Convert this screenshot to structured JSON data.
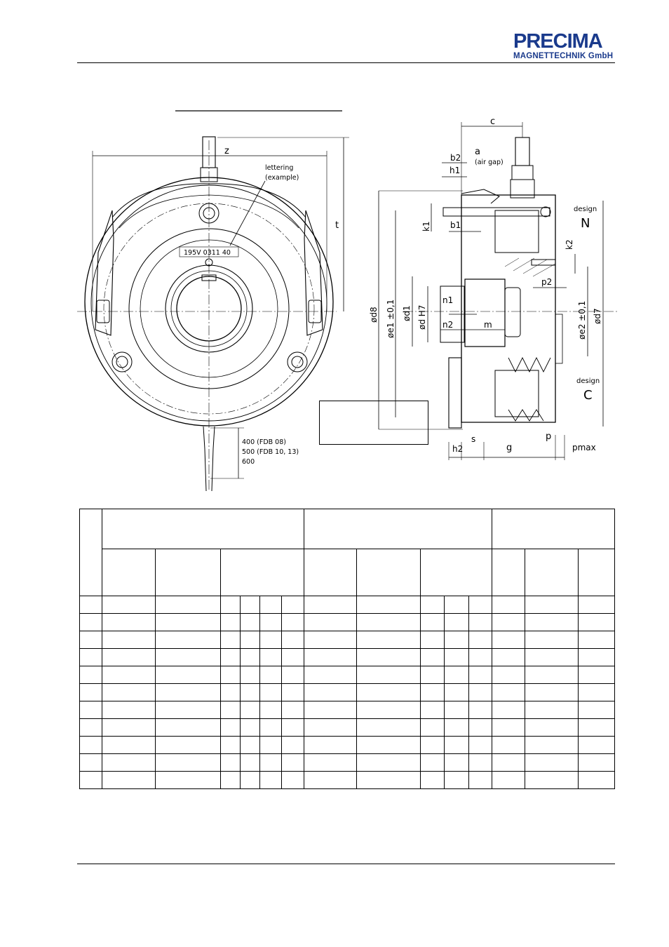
{
  "header": {
    "logo": {
      "top": "PRECIMA",
      "sub": "MAGNETTECHNIK GmbH",
      "color": "#1a3a8c"
    }
  },
  "drawing": {
    "front_view": {
      "dim_z": "z",
      "dim_t": "t",
      "lettering_note_1": "lettering",
      "lettering_note_2": "(example)",
      "lettering_sample": "195V 0311 40",
      "cable_len_1": "400 (FDB 08)",
      "cable_len_2": "500 (FDB 10, 13)",
      "cable_len_3": "600"
    },
    "side_view": {
      "c": "c",
      "b2": "b2",
      "a": "a",
      "air_gap": "(air gap)",
      "h1": "h1",
      "k1": "k1",
      "b1": "b1",
      "design_label": "design",
      "design_N": "N",
      "k2": "k2",
      "p2": "p2",
      "n1": "n1",
      "n2": "n2",
      "m": "m",
      "d8": "ød8",
      "e1": "øe1 ±0,1",
      "d1": "ød1",
      "d_h7": "ød H7",
      "e2": "øe2 ±0,1",
      "d7": "ød7",
      "design_C": "C",
      "h2": "h2",
      "s": "s",
      "g": "g",
      "p": "p",
      "pmax": "pmax"
    }
  },
  "table": {
    "data_rows": 11
  }
}
